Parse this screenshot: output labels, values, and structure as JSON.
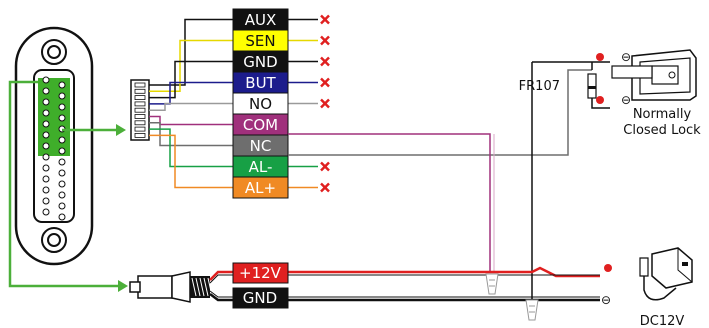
{
  "terminals": [
    {
      "label": "AUX",
      "fill": "#111111",
      "text_color": "#ffffff",
      "wire_color": "#111111",
      "status": "unused"
    },
    {
      "label": "SEN",
      "fill": "#ffff00",
      "text_color": "#111111",
      "wire_color": "#e6d800",
      "status": "unused"
    },
    {
      "label": "GND",
      "fill": "#111111",
      "text_color": "#ffffff",
      "wire_color": "#111111",
      "status": "unused"
    },
    {
      "label": "BUT",
      "fill": "#1c1c8c",
      "text_color": "#ffffff",
      "wire_color": "#1c1c8c",
      "status": "unused"
    },
    {
      "label": "NO",
      "fill": "#ffffff",
      "text_color": "#111111",
      "wire_color": "#9a9a9a",
      "status": "unused"
    },
    {
      "label": "COM",
      "fill": "#a0307c",
      "text_color": "#ffffff",
      "wire_color": "#a0307c",
      "status": "connected"
    },
    {
      "label": "NC",
      "fill": "#6e6e6e",
      "text_color": "#ffffff",
      "wire_color": "#6e6e6e",
      "status": "connected"
    },
    {
      "label": "AL-",
      "fill": "#17a045",
      "text_color": "#ffffff",
      "wire_color": "#17a045",
      "status": "unused"
    },
    {
      "label": "AL+",
      "fill": "#f08a24",
      "text_color": "#ffffff",
      "wire_color": "#f08a24",
      "status": "unused"
    }
  ],
  "power": {
    "positive_label": "+12V",
    "positive_color": "#e02020",
    "ground_label": "GND",
    "ground_color": "#111111"
  },
  "lock": {
    "diode_label": "FR107",
    "label_line1": "Normally",
    "label_line2": "Closed Lock"
  },
  "supply": {
    "label": "DC12V"
  },
  "icons": {
    "unused_marker": "red-x-icon",
    "positive": "plus-icon",
    "negative": "minus-icon"
  },
  "colors": {
    "arrow_green": "#4caf3a",
    "marker_red": "#e02020"
  }
}
